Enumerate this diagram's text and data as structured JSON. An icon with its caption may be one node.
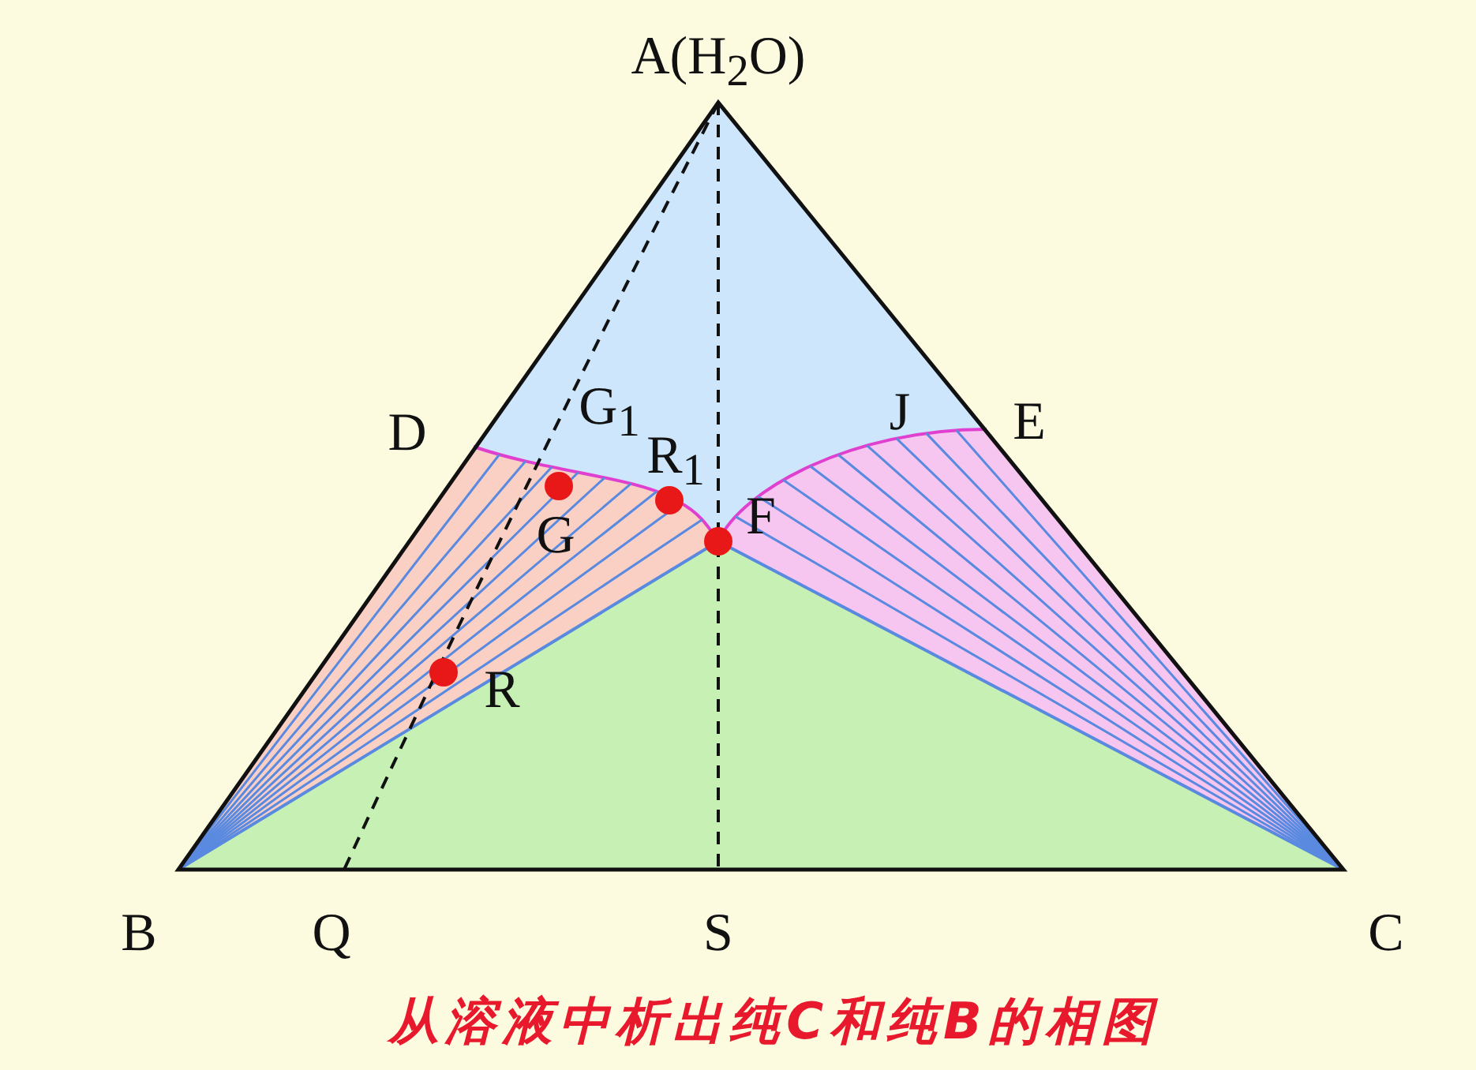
{
  "diagram": {
    "caption": "从溶液中析出纯C和纯B的相图",
    "labels": [
      "A(H$_{2}$O)",
      "D",
      "G$_{1}$",
      "J",
      "E",
      "R$_{1}$",
      "F",
      "G",
      "R",
      "B",
      "Q",
      "S",
      "C"
    ]
  }
}
